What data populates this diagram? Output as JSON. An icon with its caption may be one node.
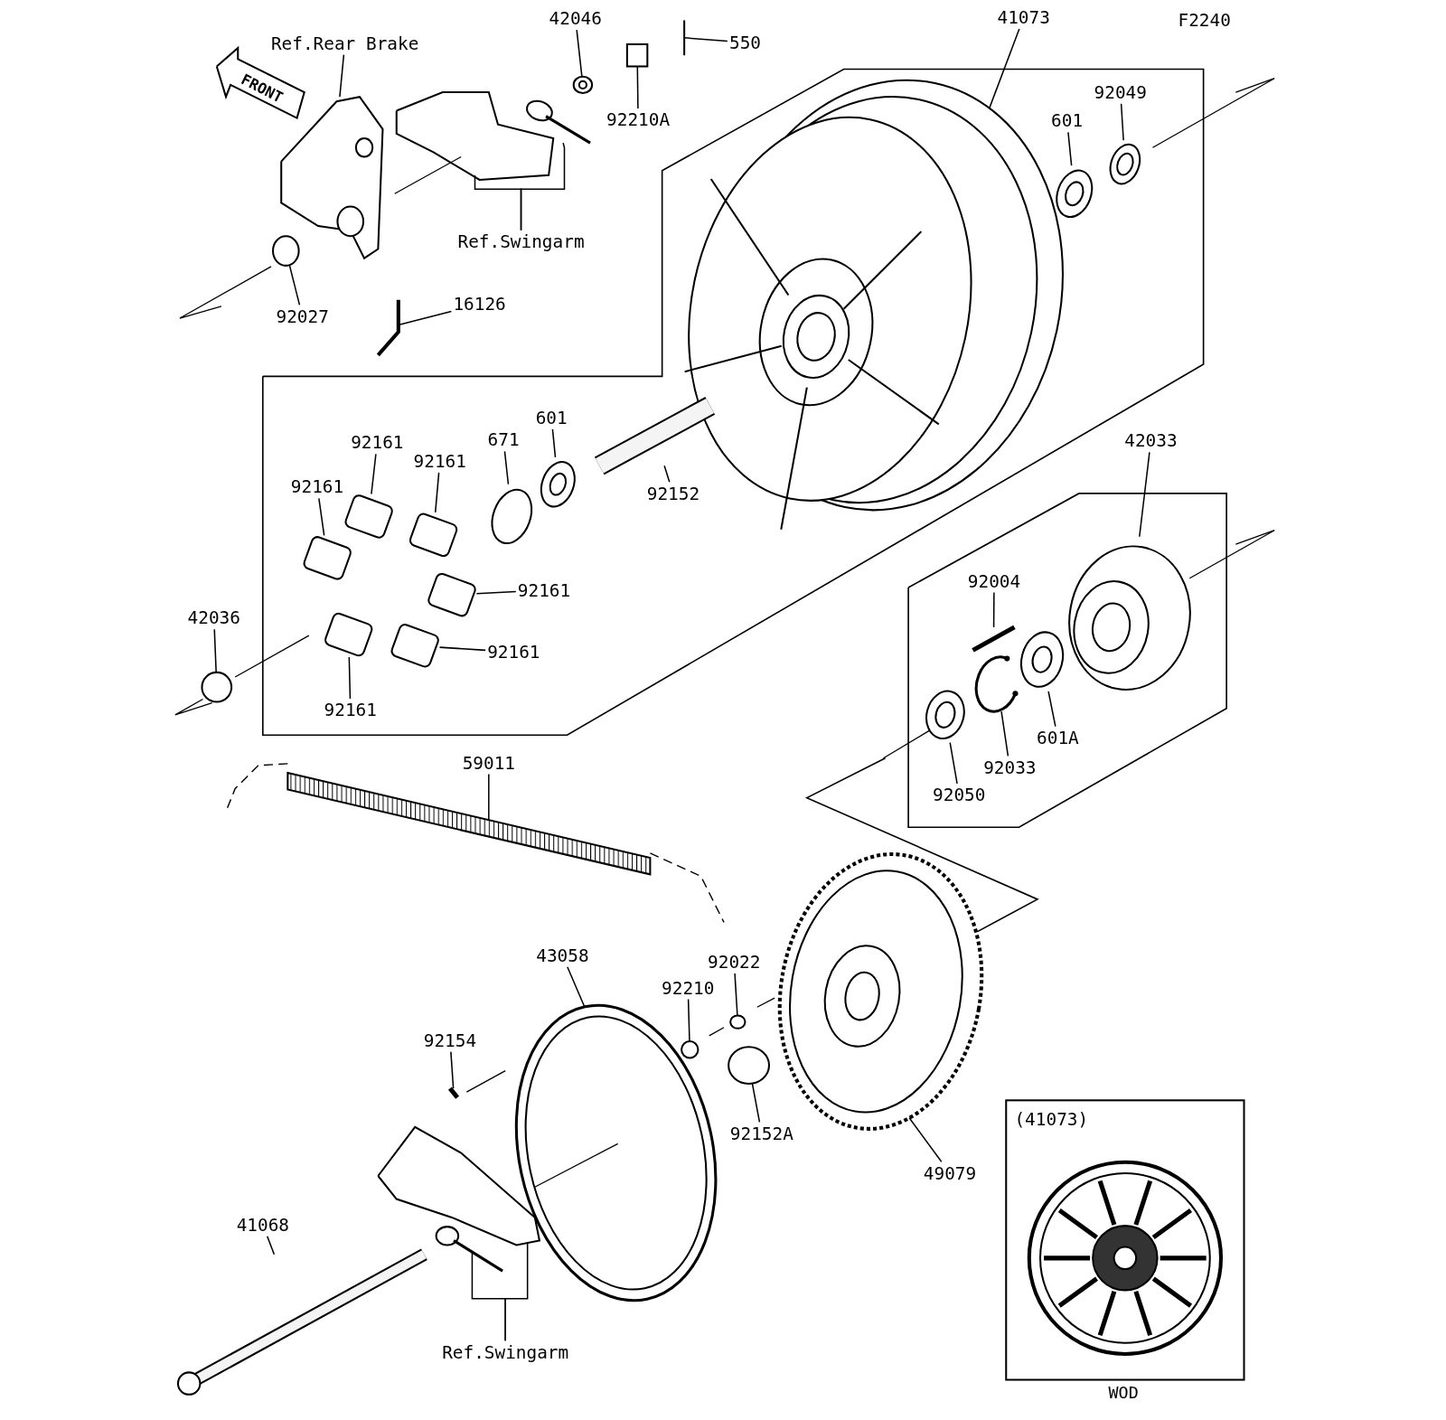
{
  "diagram": {
    "nodes": [
      {
        "text": [
          "Ref.Rear Brake"
        ]
      },
      {
        "text": [
          "42046"
        ]
      },
      {
        "text": [
          "550"
        ]
      },
      {
        "text": [
          "41073"
        ]
      },
      {
        "text": [
          "92210A"
        ]
      },
      {
        "text": [
          "92049"
        ]
      },
      {
        "text": [
          "601"
        ]
      },
      {
        "text": [
          "Ref.Swingarm"
        ]
      },
      {
        "text": [
          "92027"
        ]
      },
      {
        "text": [
          "16126"
        ]
      },
      {
        "text": [
          "92161"
        ]
      },
      {
        "text": [
          "92161"
        ]
      },
      {
        "text": [
          "92161"
        ]
      },
      {
        "text": [
          "671"
        ]
      },
      {
        "text": [
          "601"
        ]
      },
      {
        "text": [
          "92152"
        ]
      },
      {
        "text": [
          "42033"
        ]
      },
      {
        "text": [
          "92004"
        ]
      },
      {
        "text": [
          "92161"
        ]
      },
      {
        "text": [
          "42036"
        ]
      },
      {
        "text": [
          "92161"
        ]
      },
      {
        "text": [
          "92161"
        ]
      },
      {
        "text": [
          "601A"
        ]
      },
      {
        "text": [
          "92033"
        ]
      },
      {
        "text": [
          "92050"
        ]
      },
      {
        "text": [
          "59011"
        ]
      },
      {
        "text": [
          "43058"
        ]
      },
      {
        "text": [
          "92022"
        ]
      },
      {
        "text": [
          "92210"
        ]
      },
      {
        "text": [
          "92154"
        ]
      },
      {
        "text": [
          "92152A"
        ]
      },
      {
        "text": [
          "49079"
        ]
      },
      {
        "text": [
          "(41073)",
          "WOD"
        ]
      },
      {
        "text": [
          "41068"
        ]
      },
      {
        "text": [
          "Ref.Swingarm"
        ]
      },
      {
        "text": [],
        "shape": "picture"
      },
      {
        "text": [],
        "shape": "picture"
      },
      {
        "text": [],
        "shape": "picture"
      },
      {
        "text": [],
        "shape": "picture"
      },
      {
        "text": [],
        "shape": "box"
      },
      {
        "text": [],
        "shape": "picture"
      },
      {
        "text": [],
        "shape": "picture"
      },
      {
        "text": [],
        "shape": "picture"
      },
      {
        "text": [],
        "shape": "picture"
      },
      {
        "text": [],
        "shape": "circle"
      },
      {
        "text": [],
        "shape": "picture"
      },
      {
        "text": [],
        "shape": "box"
      },
      {
        "text": [],
        "shape": "box"
      },
      {
        "text": [],
        "shape": "box"
      },
      {
        "text": [],
        "shape": "circle"
      },
      {
        "text": [],
        "shape": "picture"
      },
      {
        "text": [],
        "shape": "picture"
      },
      {
        "text": [],
        "shape": "picture"
      },
      {
        "text": [],
        "shape": "picture"
      },
      {
        "text": [],
        "shape": "box"
      },
      {
        "text": [],
        "shape": "circle"
      },
      {
        "text": [],
        "shape": "box"
      },
      {
        "text": [],
        "shape": "box"
      },
      {
        "text": [],
        "shape": "picture"
      },
      {
        "text": [],
        "shape": "picture"
      },
      {
        "text": [],
        "shape": "picture"
      },
      {
        "text": [],
        "shape": "picture"
      },
      {
        "text": [],
        "shape": "picture"
      },
      {
        "text": [],
        "shape": "circle"
      },
      {
        "text": [],
        "shape": "circle"
      },
      {
        "text": [],
        "shape": "picture"
      },
      {
        "text": [],
        "shape": "circle"
      },
      {
        "text": [],
        "shape": "picture"
      },
      {
        "text": [],
        "shape": "picture"
      },
      {
        "text": [],
        "shape": "picture"
      },
      {
        "text": [],
        "shape": "picture"
      }
    ],
    "edges": [
      {
        "from": 0,
        "to": 35,
        "arrow": "none"
      },
      {
        "from": 1,
        "to": 36,
        "arrow": "none"
      },
      {
        "from": 2,
        "to": 37,
        "arrow": "none"
      },
      {
        "from": 3,
        "to": 38,
        "arrow": "none"
      },
      {
        "from": 4,
        "to": 39,
        "arrow": "none"
      },
      {
        "from": 5,
        "to": 40,
        "arrow": "none"
      },
      {
        "from": 6,
        "to": 41,
        "arrow": "none"
      },
      {
        "from": 7,
        "to": 42,
        "arrow": "none"
      },
      {
        "from": 7,
        "to": 43,
        "arrow": "none"
      },
      {
        "from": 8,
        "to": 44,
        "arrow": "none"
      },
      {
        "from": 9,
        "to": 45,
        "arrow": "none"
      },
      {
        "from": 10,
        "to": 46,
        "arrow": "none"
      },
      {
        "from": 11,
        "to": 47,
        "arrow": "none"
      },
      {
        "from": 12,
        "to": 48,
        "arrow": "none"
      },
      {
        "from": 13,
        "to": 49,
        "arrow": "none"
      },
      {
        "from": 14,
        "to": 50,
        "arrow": "none"
      },
      {
        "from": 15,
        "to": 51,
        "arrow": "none"
      },
      {
        "from": 16,
        "to": 52,
        "arrow": "none"
      },
      {
        "from": 17,
        "to": 53,
        "arrow": "none"
      },
      {
        "from": 18,
        "to": 54,
        "arrow": "none"
      },
      {
        "from": 19,
        "to": 55,
        "arrow": "none"
      },
      {
        "from": 20,
        "to": 56,
        "arrow": "none"
      },
      {
        "from": 21,
        "to": 57,
        "arrow": "none"
      },
      {
        "from": 22,
        "to": 58,
        "arrow": "none"
      },
      {
        "from": 23,
        "to": 59,
        "arrow": "none"
      },
      {
        "from": 24,
        "to": 60,
        "arrow": "none"
      },
      {
        "from": 25,
        "to": 61,
        "arrow": "none"
      },
      {
        "from": 26,
        "to": 62,
        "arrow": "none"
      },
      {
        "from": 27,
        "to": 63,
        "arrow": "none"
      },
      {
        "from": 28,
        "to": 64,
        "arrow": "none"
      },
      {
        "from": 29,
        "to": 65,
        "arrow": "none"
      },
      {
        "from": 30,
        "to": 66,
        "arrow": "none"
      },
      {
        "from": 31,
        "to": 67,
        "arrow": "none"
      },
      {
        "from": 33,
        "to": 68,
        "arrow": "none"
      },
      {
        "from": 34,
        "to": 69,
        "arrow": "none"
      },
      {
        "from": 34,
        "to": 70,
        "arrow": "none"
      }
    ],
    "labels": [
      "FRONT",
      "F2240"
    ]
  }
}
